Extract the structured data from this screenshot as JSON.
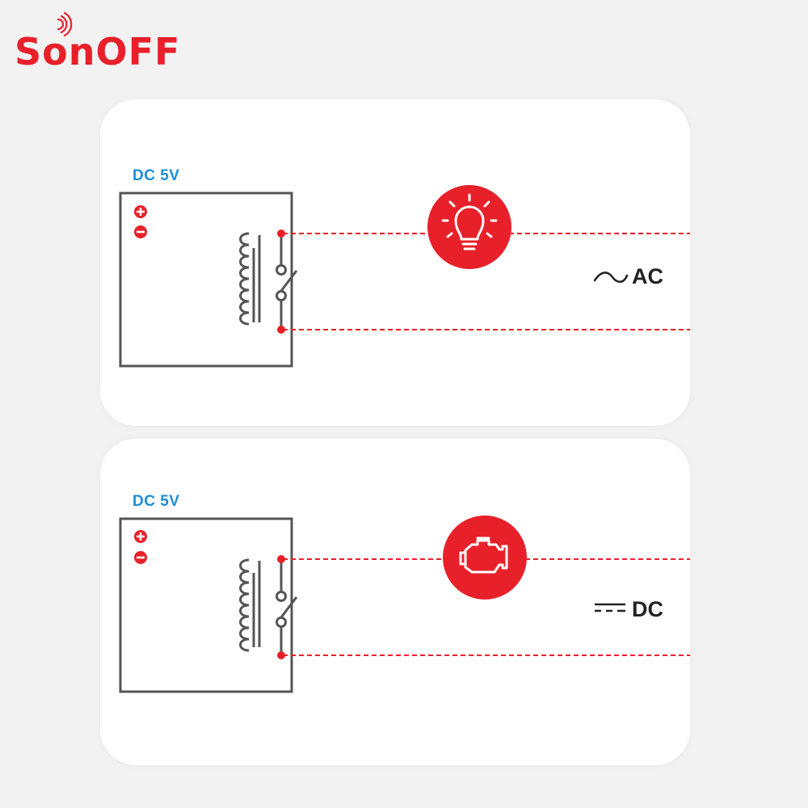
{
  "brand": {
    "name": "SonOFF",
    "color": "#e8202a"
  },
  "colors": {
    "accent": "#e8202a",
    "dc_label": "#1c8fd6",
    "line": "#555555"
  },
  "diagrams": [
    {
      "input_label": "DC 5V",
      "load_icon": "lightbulb-icon",
      "supply_symbol": "ac-sine-icon",
      "supply_label": "AC"
    },
    {
      "input_label": "DC 5V",
      "load_icon": "engine-icon",
      "supply_symbol": "dc-symbol-icon",
      "supply_label": "DC"
    }
  ]
}
